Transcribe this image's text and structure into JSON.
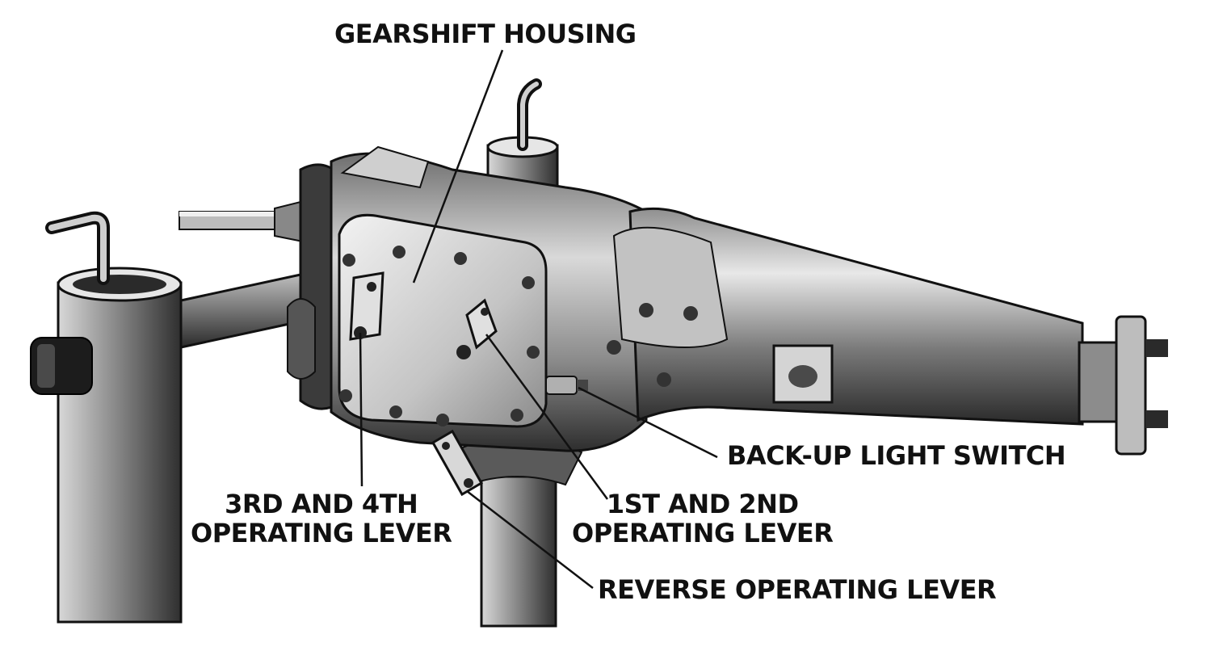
{
  "labels": {
    "gearshift_housing": "GEARSHIFT HOUSING",
    "backup_light_switch": "BACK-UP LIGHT SWITCH",
    "third_fourth": {
      "line1": "3RD AND 4TH",
      "line2": "OPERATING LEVER"
    },
    "first_second": {
      "line1": "1ST AND 2ND",
      "line2": "OPERATING LEVER"
    },
    "reverse": "REVERSE OPERATING LEVER"
  },
  "colors": {
    "ink": "#111111",
    "metal_light": "#e6e6e6",
    "metal_mid": "#a8a8a8",
    "metal_dark": "#3a3a3a",
    "background": "#ffffff"
  }
}
